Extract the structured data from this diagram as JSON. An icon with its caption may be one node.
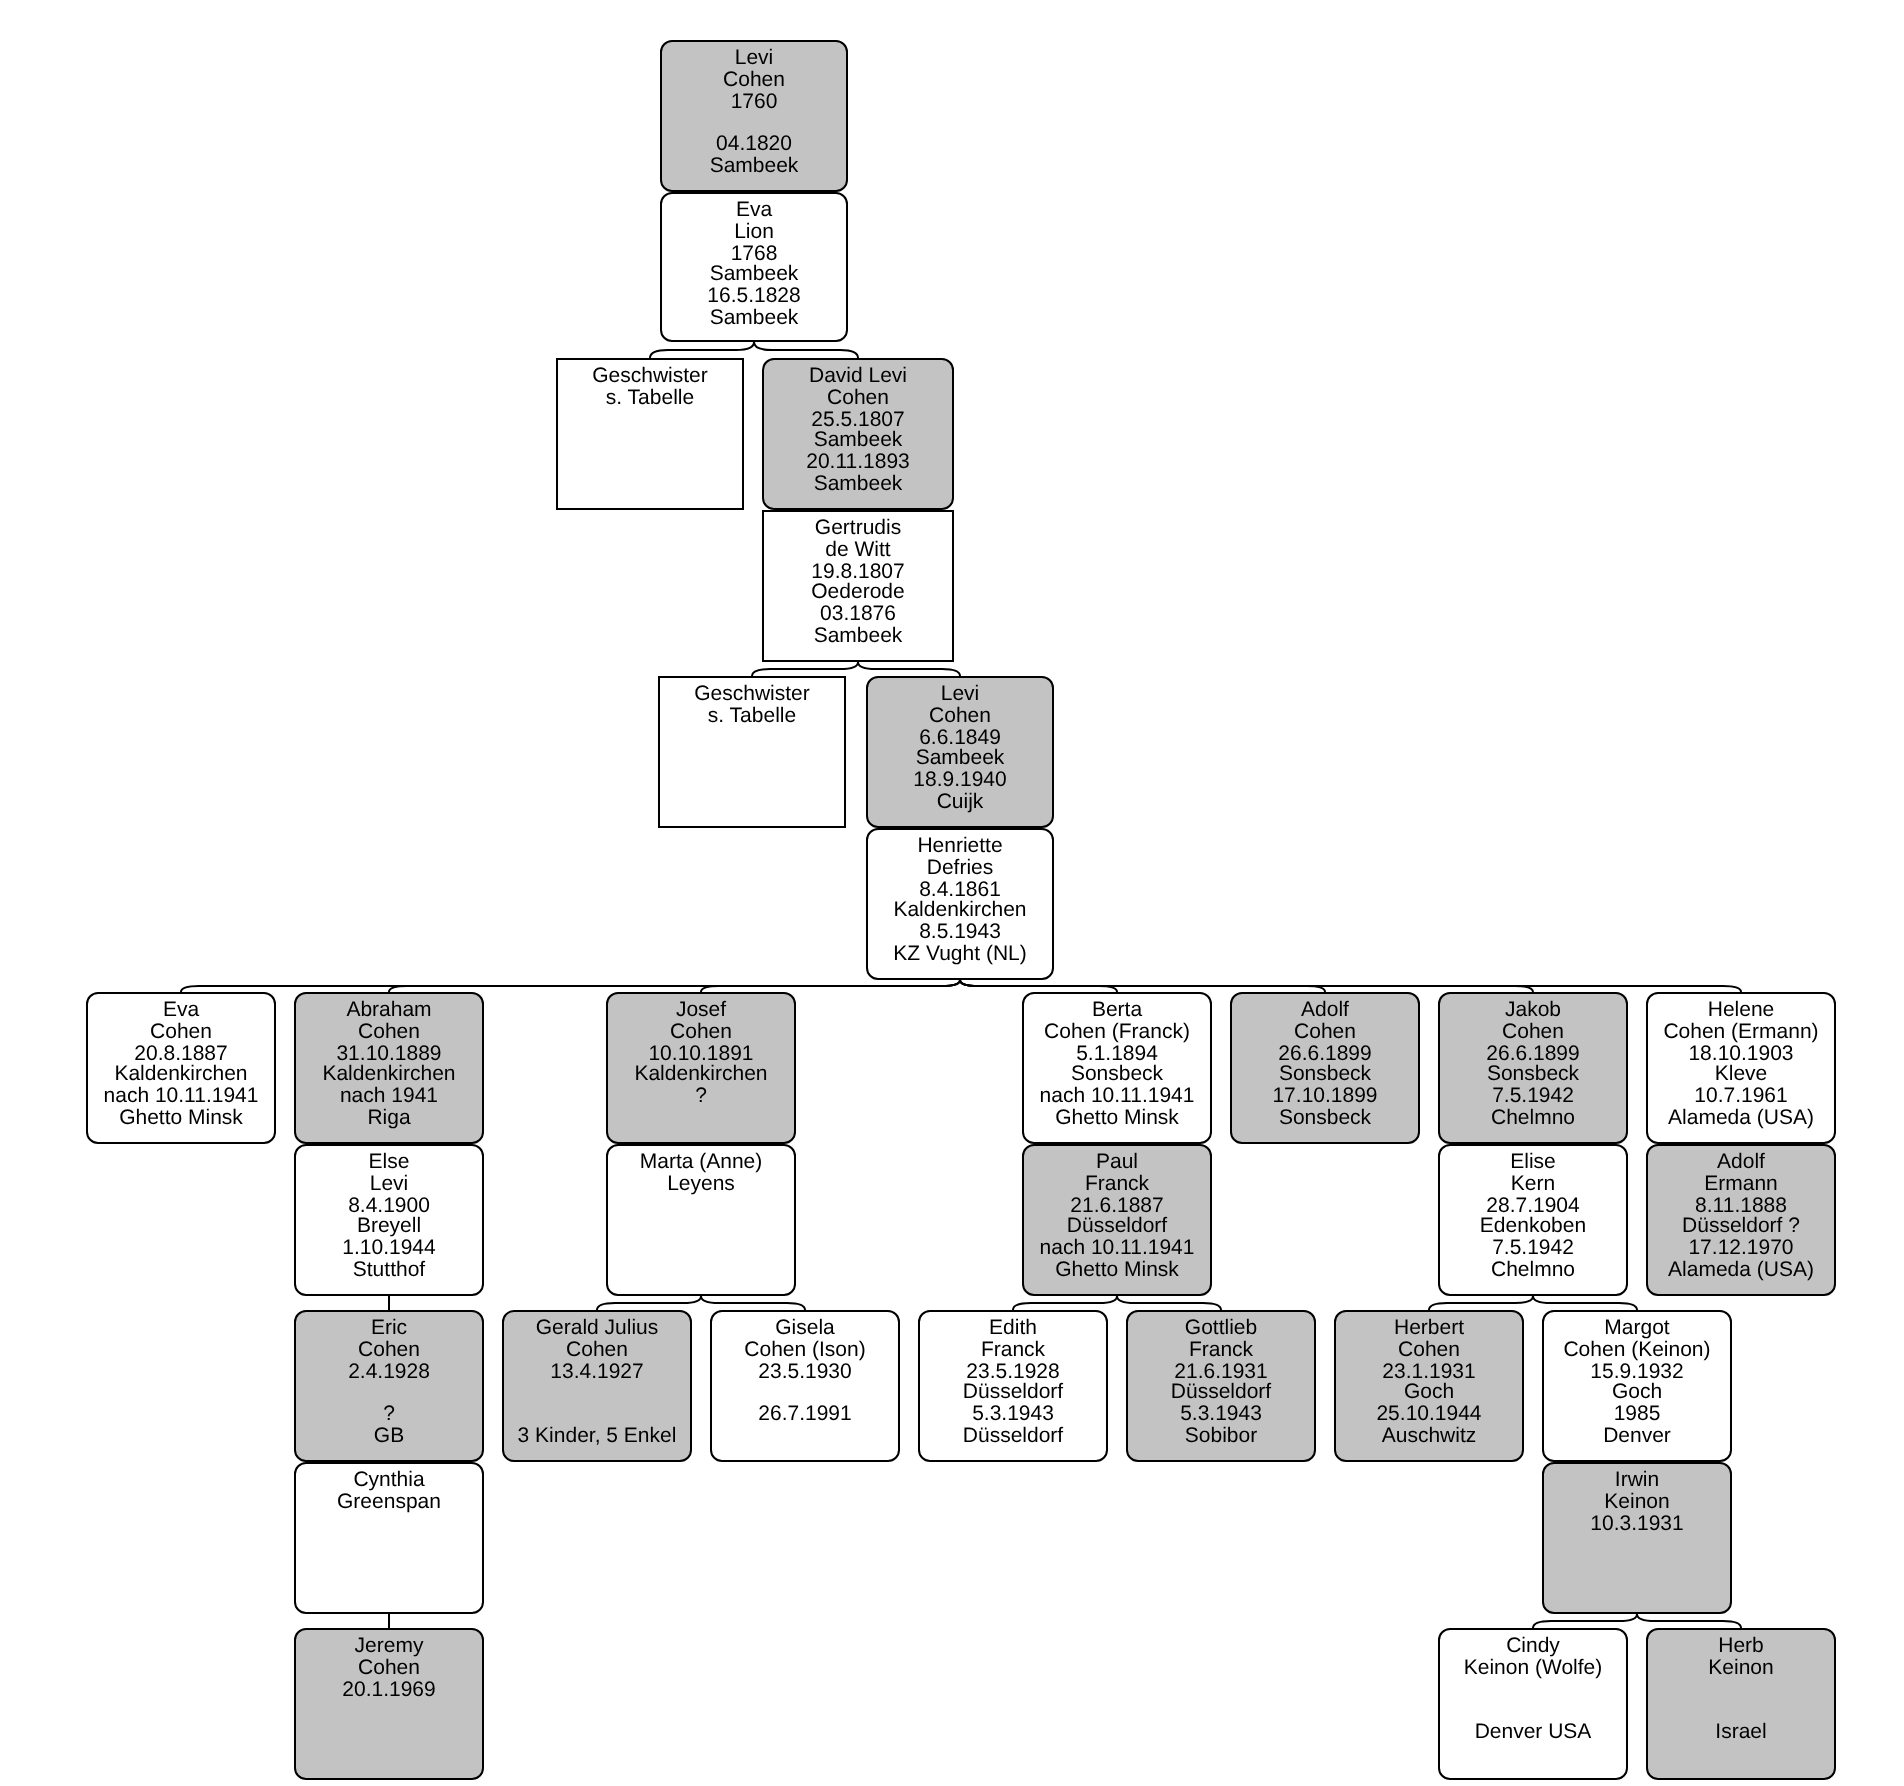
{
  "diagram": {
    "nodes": [
      {
        "text": [
          "Levi",
          "Cohen",
          "1760",
          "04.1820",
          "Sambeek"
        ]
      },
      {
        "text": [
          "Eva",
          "Lion",
          "1768",
          "Sambeek",
          "16.5.1828",
          "Sambeek"
        ]
      },
      {
        "text": [
          "Geschwister",
          "s. Tabelle"
        ]
      },
      {
        "text": [
          "David Levi",
          "Cohen",
          "25.5.1807",
          "Sambeek",
          "20.11.1893",
          "Sambeek"
        ]
      },
      {
        "text": [
          "Gertrudis",
          "de Witt",
          "19.8.1807",
          "Oederode",
          "03.1876",
          "Sambeek"
        ]
      },
      {
        "text": [
          "Geschwister",
          "s. Tabelle"
        ]
      },
      {
        "text": [
          "Levi",
          "Cohen",
          "6.6.1849",
          "Sambeek",
          "18.9.1940",
          "Cuijk"
        ]
      },
      {
        "text": [
          "Henriette",
          "Defries",
          "8.4.1861",
          "Kaldenkirchen",
          "8.5.1943",
          "KZ Vught (NL)"
        ]
      },
      {
        "text": [
          "Eva",
          "Cohen",
          "20.8.1887",
          "Kaldenkirchen",
          "nach 10.11.1941",
          "Ghetto Minsk"
        ]
      },
      {
        "text": [
          "Abraham",
          "Cohen",
          "31.10.1889",
          "Kaldenkirchen",
          "nach 1941",
          "Riga"
        ]
      },
      {
        "text": [
          "Else",
          "Levi",
          "8.4.1900",
          "Breyell",
          "1.10.1944",
          "Stutthof"
        ]
      },
      {
        "text": [
          "Josef",
          "Cohen",
          "10.10.1891",
          "Kaldenkirchen",
          "?"
        ]
      },
      {
        "text": [
          "Marta (Anne)",
          "Leyens"
        ]
      },
      {
        "text": [
          "Berta",
          "Cohen (Franck)",
          "5.1.1894",
          "Sonsbeck",
          "nach 10.11.1941",
          "Ghetto Minsk"
        ]
      },
      {
        "text": [
          "Paul",
          "Franck",
          "21.6.1887",
          "Düsseldorf",
          "nach 10.11.1941",
          "Ghetto Minsk"
        ]
      },
      {
        "text": [
          "Adolf",
          "Cohen",
          "26.6.1899",
          "Sonsbeck",
          "17.10.1899",
          "Sonsbeck"
        ]
      },
      {
        "text": [
          "Jakob",
          "Cohen",
          "26.6.1899",
          "Sonsbeck",
          "7.5.1942",
          "Chelmno"
        ]
      },
      {
        "text": [
          "Elise",
          "Kern",
          "28.7.1904",
          "Edenkoben",
          "7.5.1942",
          "Chelmno"
        ]
      },
      {
        "text": [
          "Helene",
          "Cohen (Ermann)",
          "18.10.1903",
          "Kleve",
          "10.7.1961",
          "Alameda (USA)"
        ]
      },
      {
        "text": [
          "Adolf",
          "Ermann",
          "8.11.1888",
          "Düsseldorf ?",
          "17.12.1970",
          "Alameda (USA)"
        ]
      },
      {
        "text": [
          "Eric",
          "Cohen",
          "2.4.1928",
          "?",
          "GB"
        ]
      },
      {
        "text": [
          "Cynthia",
          "Greenspan"
        ]
      },
      {
        "text": [
          "Gerald Julius",
          "Cohen",
          "13.4.1927",
          "3 Kinder, 5 Enkel"
        ]
      },
      {
        "text": [
          "Gisela",
          "Cohen (Ison)",
          "23.5.1930",
          "26.7.1991"
        ]
      },
      {
        "text": [
          "Edith",
          "Franck",
          "23.5.1928",
          "Düsseldorf",
          "5.3.1943",
          "Düsseldorf"
        ]
      },
      {
        "text": [
          "Gottlieb",
          "Franck",
          "21.6.1931",
          "Düsseldorf",
          "5.3.1943",
          "Sobibor"
        ]
      },
      {
        "text": [
          "Herbert",
          "Cohen",
          "23.1.1931",
          "Goch",
          "25.10.1944",
          "Auschwitz"
        ]
      },
      {
        "text": [
          "Margot",
          "Cohen (Keinon)",
          "15.9.1932",
          "Goch",
          "1985",
          "Denver"
        ]
      },
      {
        "text": [
          "Irwin",
          "Keinon",
          "10.3.1931"
        ]
      },
      {
        "text": [
          "Jeremy",
          "Cohen",
          "20.1.1969"
        ]
      },
      {
        "text": [
          "Cindy",
          "Keinon (Wolfe)",
          "Denver USA"
        ]
      },
      {
        "text": [
          "Herb",
          "Keinon",
          "Israel"
        ]
      }
    ],
    "edges": [
      {
        "from": 1,
        "to": 2,
        "arrow": "none"
      },
      {
        "from": 1,
        "to": 3,
        "arrow": "none"
      },
      {
        "from": 4,
        "to": 5,
        "arrow": "none"
      },
      {
        "from": 4,
        "to": 6,
        "arrow": "none"
      },
      {
        "from": 7,
        "to": 8,
        "arrow": "none"
      },
      {
        "from": 7,
        "to": 9,
        "arrow": "none"
      },
      {
        "from": 7,
        "to": 11,
        "arrow": "none"
      },
      {
        "from": 7,
        "to": 13,
        "arrow": "none"
      },
      {
        "from": 7,
        "to": 15,
        "arrow": "none"
      },
      {
        "from": 7,
        "to": 16,
        "arrow": "none"
      },
      {
        "from": 7,
        "to": 18,
        "arrow": "none"
      },
      {
        "from": 10,
        "to": 20,
        "arrow": "none"
      },
      {
        "from": 12,
        "to": 22,
        "arrow": "none"
      },
      {
        "from": 12,
        "to": 23,
        "arrow": "none"
      },
      {
        "from": 14,
        "to": 24,
        "arrow": "none"
      },
      {
        "from": 14,
        "to": 25,
        "arrow": "none"
      },
      {
        "from": 17,
        "to": 26,
        "arrow": "none"
      },
      {
        "from": 17,
        "to": 27,
        "arrow": "none"
      },
      {
        "from": 21,
        "to": 29,
        "arrow": "none"
      },
      {
        "from": 28,
        "to": 30,
        "arrow": "none"
      },
      {
        "from": 28,
        "to": 31,
        "arrow": "none"
      }
    ]
  }
}
